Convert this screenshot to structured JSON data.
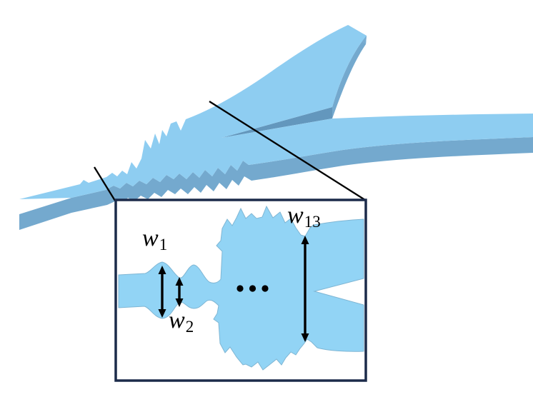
{
  "figure": {
    "background": "#ffffff",
    "ellipsis_dot_count": 3
  },
  "annotations": {
    "w1": {
      "base": "w",
      "sub": "1"
    },
    "w2": {
      "base": "w",
      "sub": "2"
    },
    "w13": {
      "base": "w",
      "sub": "13"
    }
  },
  "colors": {
    "waveguide_top": "#8ECDF1",
    "waveguide_side": "#74A9CE",
    "waveguide_slot": "#6397BD",
    "waveguide_end_face": "#79ADD2",
    "inset_fill": "#92D4F5",
    "inset_edge": "#7FB6D4",
    "inset_border": "#1C2B4A",
    "annotation": "#000000"
  }
}
